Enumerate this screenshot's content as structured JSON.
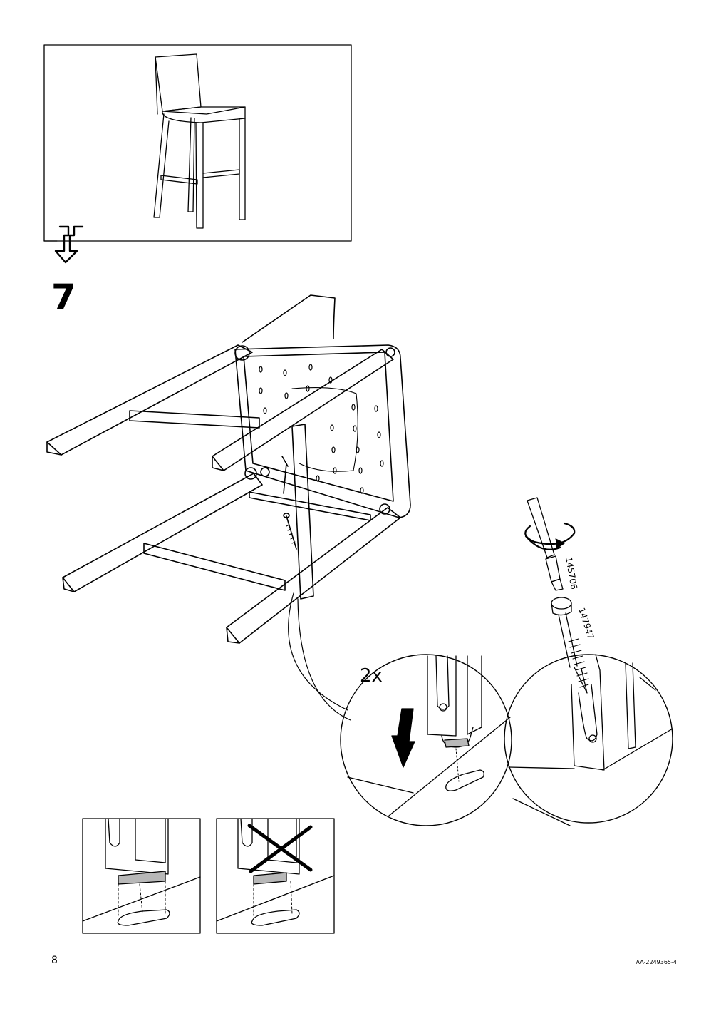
{
  "step": {
    "number": "7"
  },
  "detail": {
    "quantity_label": "2x"
  },
  "parts": {
    "tool_id": "145706",
    "screw_id": "147947"
  },
  "footer": {
    "page_number": "8",
    "document_id": "AA-2249365-4"
  }
}
